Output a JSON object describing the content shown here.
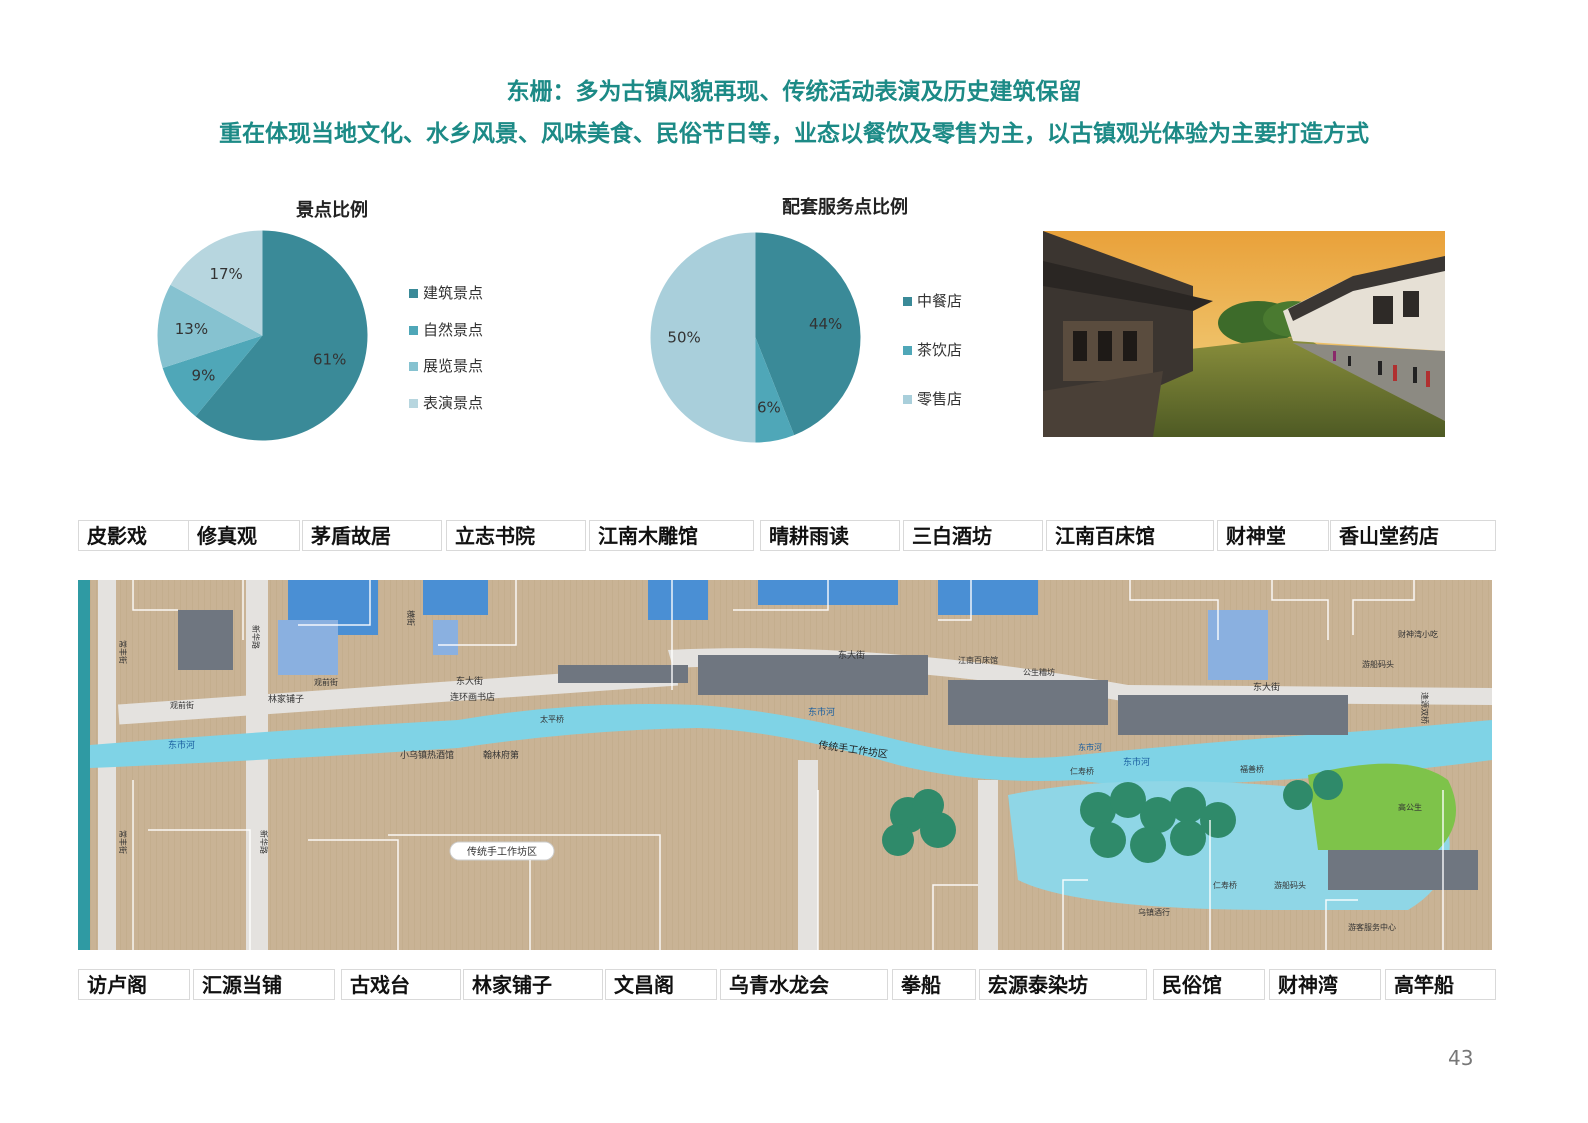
{
  "heading": {
    "line1": "东栅：多为古镇风貌再现、传统活动表演及历史建筑保留",
    "line2": "重在体现当地文化、水乡风景、风味美食、民俗节日等，业态以餐饮及零售为主，以古镇观光体验为主要打造方式"
  },
  "chart_data": [
    {
      "type": "pie",
      "title": "景点比例",
      "categories": [
        "建筑景点",
        "自然景点",
        "展览景点",
        "表演景点"
      ],
      "values": [
        61,
        9,
        13,
        17
      ],
      "labels": [
        "61%",
        "9%",
        "13%",
        "17%"
      ],
      "colors": [
        "#3a8a98",
        "#4fa7b8",
        "#86c2d0",
        "#b7d6df"
      ],
      "legend": "right"
    },
    {
      "type": "pie",
      "title": "配套服务点比例",
      "categories": [
        "中餐店",
        "茶饮店",
        "零售店"
      ],
      "values": [
        44,
        6,
        50
      ],
      "labels": [
        "44%",
        "6%",
        "50%"
      ],
      "colors": [
        "#3a8a98",
        "#4fa7b8",
        "#a9cfdb"
      ],
      "legend": "right"
    }
  ],
  "map": {
    "roads": [
      "东大街",
      "东大街",
      "东大街",
      "新华路",
      "新华路",
      "常丰街",
      "常丰街",
      "观前街",
      "横街",
      "观前街"
    ],
    "canal": [
      "东市河",
      "东市河",
      "东市河"
    ],
    "places": [
      "传统手工作坊区",
      "林家铺子",
      "连环画书店",
      "小乌镇热酒馆",
      "翰林府第",
      "太平桥",
      "仁寿桥",
      "福善桥",
      "财神湾小吃",
      "游船码头",
      "游船码头",
      "江南百床馆",
      "公生糟坊",
      "逢源双桥",
      "游客服务中心",
      "仁寿桥",
      "乌镇酒行",
      "传统手工作坊区",
      "高公生",
      "东市河"
    ]
  },
  "top_labels": [
    "皮影戏",
    "修真观",
    "茅盾故居",
    "立志书院",
    "江南木雕馆",
    "晴耕雨读",
    "三白酒坊",
    "江南百床馆",
    "财神堂",
    "香山堂药店"
  ],
  "bottom_labels": [
    "访卢阁",
    "汇源当铺",
    "古戏台",
    "林家铺子",
    "文昌阁",
    "乌青水龙会",
    "拳船",
    "宏源泰染坊",
    "民俗馆",
    "财神湾",
    "高竿船"
  ],
  "page_number": "43"
}
